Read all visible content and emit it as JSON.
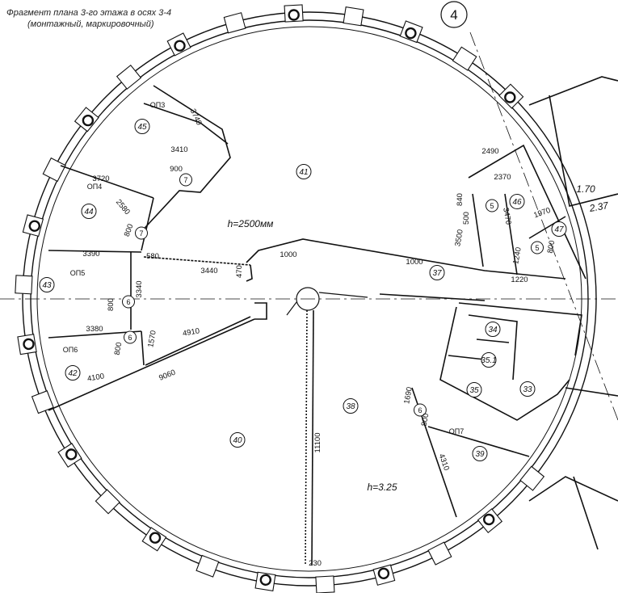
{
  "title": {
    "line1": "Фрагмент плана 3-го этажа в осях 3-4",
    "line2": "(монтажный, маркировочный)"
  },
  "axis_label": "4",
  "heights": {
    "partition": "h=2500мм",
    "floor": "h=3.25"
  },
  "rooms": [
    "45",
    "44",
    "43",
    "42",
    "41",
    "40",
    "38",
    "37",
    "46",
    "47",
    "34",
    "35.1",
    "35",
    "33",
    "39"
  ],
  "panels": [
    "ОП3",
    "ОП4",
    "ОП5",
    "ОП6",
    "ОП7"
  ],
  "markers": [
    "7",
    "7",
    "6",
    "6",
    "6",
    "5",
    "5"
  ],
  "dimensions": {
    "d3740": "3740",
    "d3410": "3410",
    "d900": "900",
    "d3720": "3720",
    "d2580": "2580",
    "d800a": "800",
    "d3390": "3390",
    "d580": "580",
    "d3440": "3440",
    "d470": "470",
    "d1000a": "1000",
    "d1000b": "1000",
    "d3340": "3340",
    "d800b": "800",
    "d3380": "3380",
    "d800c": "800",
    "d1570": "1570",
    "d4910": "4910",
    "d4100": "4100",
    "d9060": "9060",
    "d11100": "11100",
    "d230": "230",
    "d1690": "1690",
    "d800d": "800",
    "d4310": "4310",
    "d2490": "2490",
    "d2370": "2370",
    "d840": "840",
    "d500": "500",
    "d3470": "3470",
    "d3500": "3500",
    "d1970": "1970",
    "d800e": "800",
    "d1240": "1240",
    "d1220": "1220",
    "d170": "1.70",
    "d237": "2.37"
  }
}
